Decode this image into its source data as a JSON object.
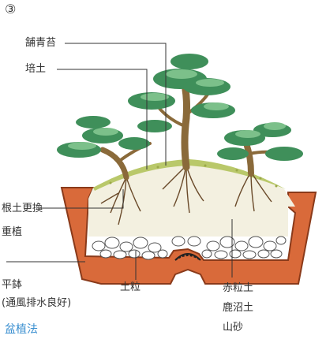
{
  "figure": {
    "number": "③",
    "title": "盆植法"
  },
  "labels": {
    "moss": "舗青苔",
    "cover_soil": "培土",
    "replace_soil": "根土更換",
    "replant": "重植",
    "flat_pot": "平鉢",
    "flat_pot_note": "(通風排水良好)",
    "soil_grains": "土粒",
    "red_soil": "赤粒土",
    "kanuma_soil": "鹿沼土",
    "mountain_sand": "山砂"
  },
  "colors": {
    "pot": "#d96a3a",
    "pot_outline": "#8a3a1a",
    "foliage": "#3f8f5a",
    "foliage_light": "#7cc08a",
    "trunk": "#8a6a3a",
    "soil": "#f3f0e0",
    "moss": "#b9c86a",
    "gravel_outline": "#555555",
    "title": "#3a8fd0",
    "leader_line": "#333333"
  }
}
